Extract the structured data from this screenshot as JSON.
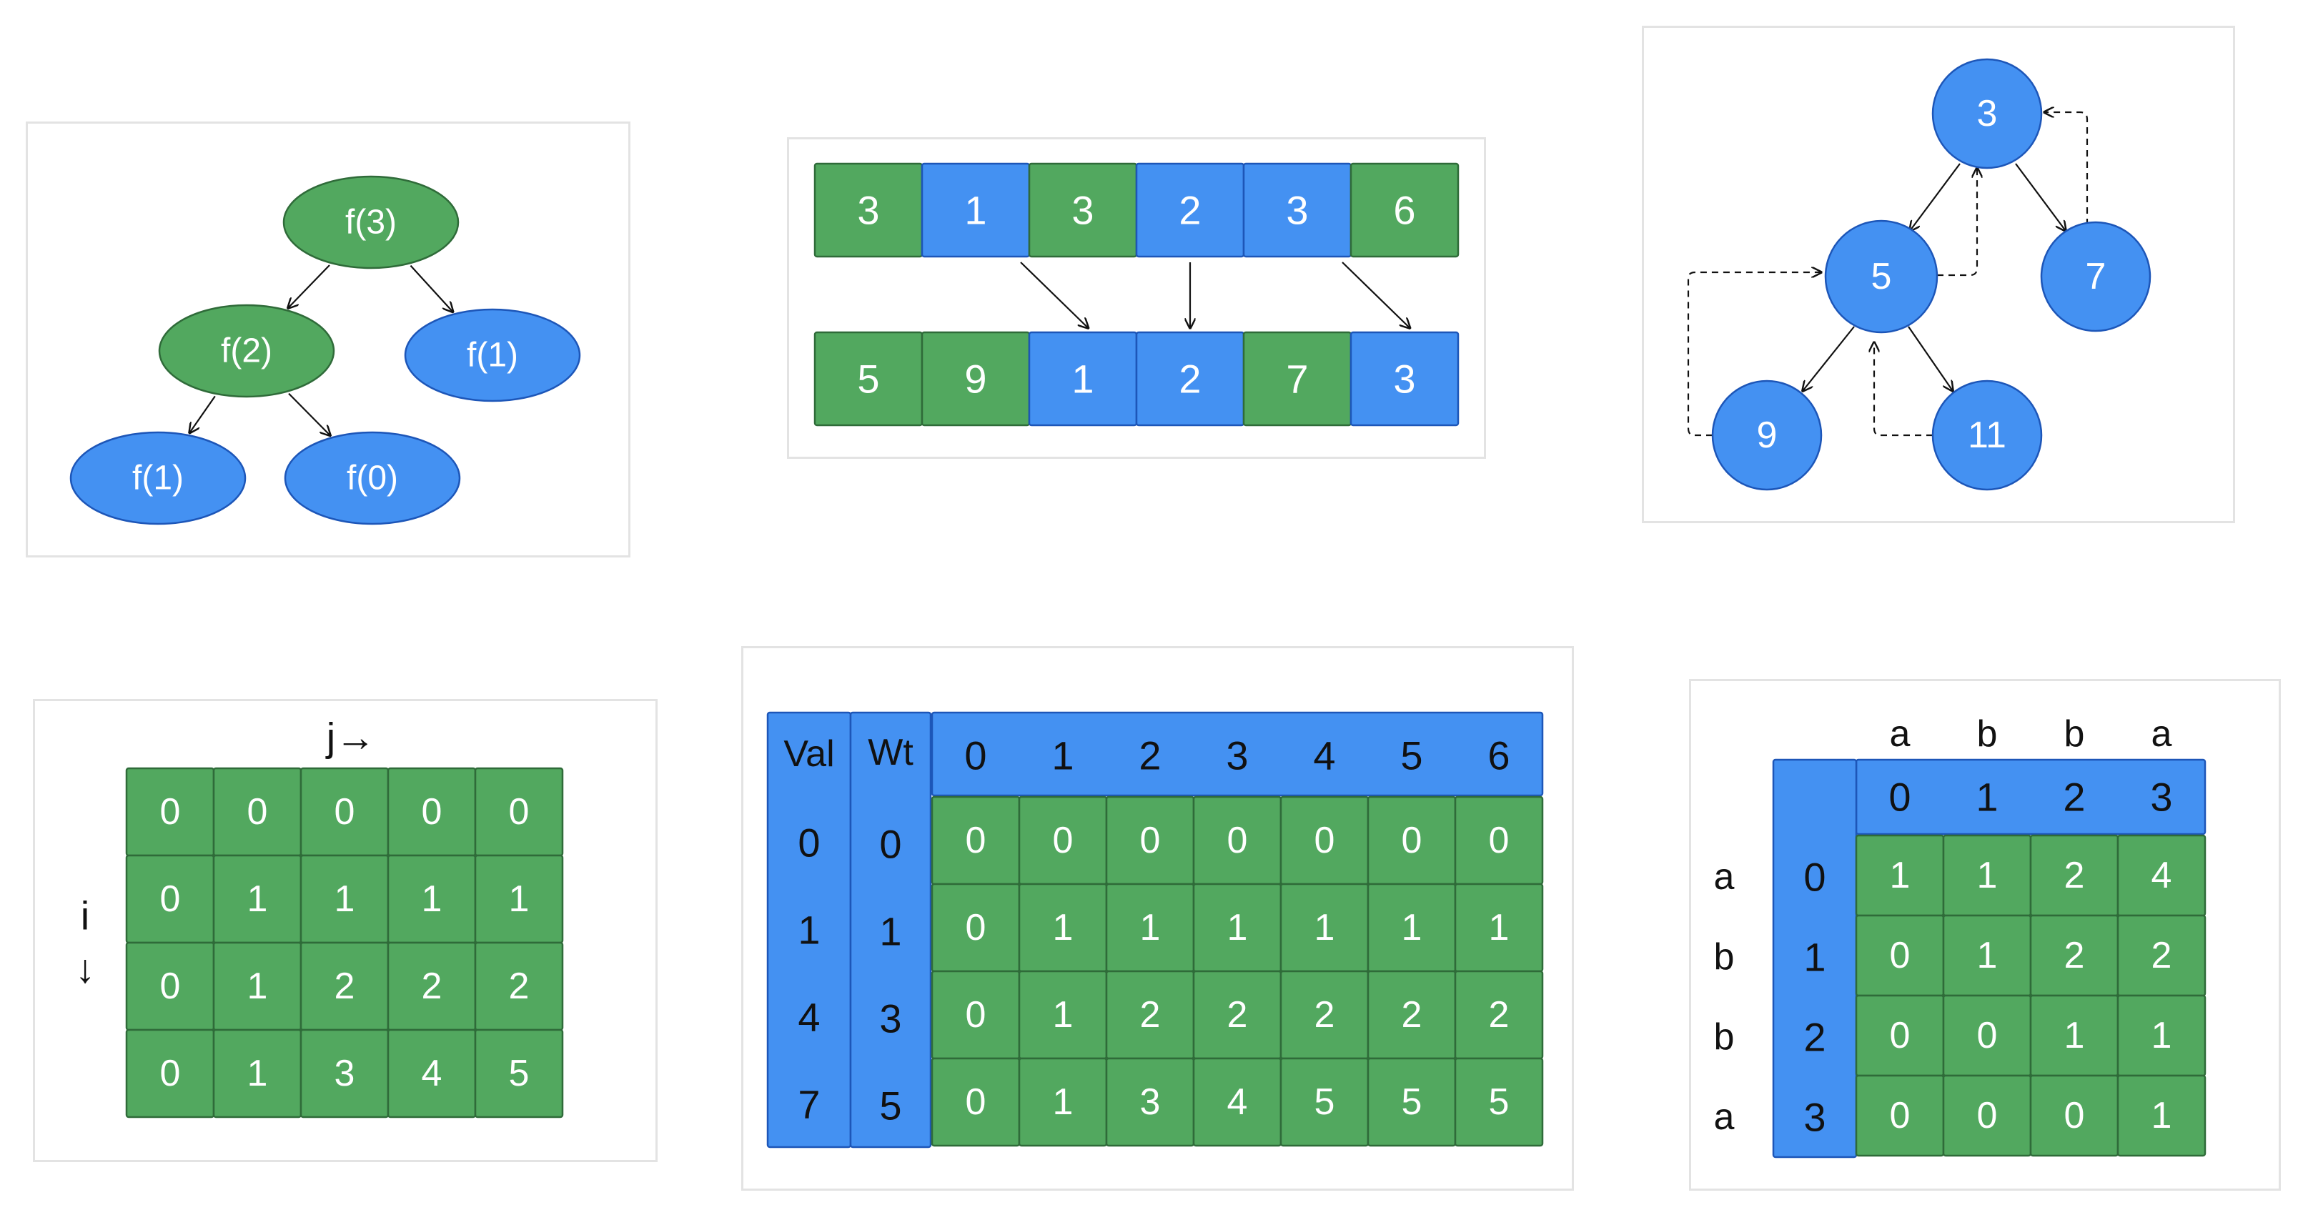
{
  "colors": {
    "green": "#52a85f",
    "green_stroke": "#2f6b39",
    "blue": "#4491f2",
    "blue_stroke": "#1d56b8",
    "panel_border": "#e3e3e3",
    "text_on_fill": "#ffffff",
    "text": "#111111"
  },
  "recursion_tree": {
    "nodes": [
      {
        "id": "n0",
        "label": "f(3)",
        "color": "green"
      },
      {
        "id": "n1",
        "label": "f(2)",
        "color": "green"
      },
      {
        "id": "n2",
        "label": "f(1)",
        "color": "blue"
      },
      {
        "id": "n3",
        "label": "f(1)",
        "color": "blue"
      },
      {
        "id": "n4",
        "label": "f(0)",
        "color": "blue"
      }
    ],
    "edges": [
      [
        "n0",
        "n1"
      ],
      [
        "n0",
        "n2"
      ],
      [
        "n1",
        "n3"
      ],
      [
        "n1",
        "n4"
      ]
    ]
  },
  "array_pair": {
    "top": [
      {
        "value": "3",
        "color": "green"
      },
      {
        "value": "1",
        "color": "blue"
      },
      {
        "value": "3",
        "color": "green"
      },
      {
        "value": "2",
        "color": "blue"
      },
      {
        "value": "3",
        "color": "blue"
      },
      {
        "value": "6",
        "color": "green"
      }
    ],
    "bottom": [
      {
        "value": "5",
        "color": "green"
      },
      {
        "value": "9",
        "color": "green"
      },
      {
        "value": "1",
        "color": "blue"
      },
      {
        "value": "2",
        "color": "blue"
      },
      {
        "value": "7",
        "color": "green"
      },
      {
        "value": "3",
        "color": "blue"
      }
    ],
    "arrows": [
      [
        1,
        2
      ],
      [
        3,
        3
      ],
      [
        4,
        5
      ]
    ]
  },
  "tree_traversal": {
    "nodes": [
      {
        "id": "t3",
        "label": "3"
      },
      {
        "id": "t5",
        "label": "5"
      },
      {
        "id": "t7",
        "label": "7"
      },
      {
        "id": "t9",
        "label": "9"
      },
      {
        "id": "t11",
        "label": "11"
      }
    ],
    "edges": [
      [
        "t3",
        "t5"
      ],
      [
        "t3",
        "t7"
      ],
      [
        "t5",
        "t9"
      ],
      [
        "t5",
        "t11"
      ]
    ],
    "dashed_paths": [
      [
        "t9",
        "t5"
      ],
      [
        "t11",
        "t5"
      ],
      [
        "t5",
        "t3"
      ],
      [
        "t7",
        "t3"
      ]
    ]
  },
  "dp_grid": {
    "col_label": "j→",
    "row_label_top": "i",
    "row_label_arrow": "↓",
    "rows": [
      [
        "0",
        "0",
        "0",
        "0",
        "0"
      ],
      [
        "0",
        "1",
        "1",
        "1",
        "1"
      ],
      [
        "0",
        "1",
        "2",
        "2",
        "2"
      ],
      [
        "0",
        "1",
        "3",
        "4",
        "5"
      ]
    ]
  },
  "knapsack": {
    "val_header": "Val",
    "wt_header": "Wt",
    "capacities": [
      "0",
      "1",
      "2",
      "3",
      "4",
      "5",
      "6"
    ],
    "vals": [
      "0",
      "1",
      "4",
      "7"
    ],
    "wts": [
      "0",
      "1",
      "3",
      "5"
    ],
    "rows": [
      [
        "0",
        "0",
        "0",
        "0",
        "0",
        "0",
        "0"
      ],
      [
        "0",
        "1",
        "1",
        "1",
        "1",
        "1",
        "1"
      ],
      [
        "0",
        "1",
        "2",
        "2",
        "2",
        "2",
        "2"
      ],
      [
        "0",
        "1",
        "3",
        "4",
        "5",
        "5",
        "5"
      ]
    ]
  },
  "lcs": {
    "col_chars": [
      "a",
      "b",
      "b",
      "a"
    ],
    "col_indices": [
      "0",
      "1",
      "2",
      "3"
    ],
    "row_chars": [
      "a",
      "b",
      "b",
      "a"
    ],
    "row_indices": [
      "0",
      "1",
      "2",
      "3"
    ],
    "rows": [
      [
        "1",
        "1",
        "2",
        "4"
      ],
      [
        "0",
        "1",
        "2",
        "2"
      ],
      [
        "0",
        "0",
        "1",
        "1"
      ],
      [
        "0",
        "0",
        "0",
        "1"
      ]
    ]
  }
}
